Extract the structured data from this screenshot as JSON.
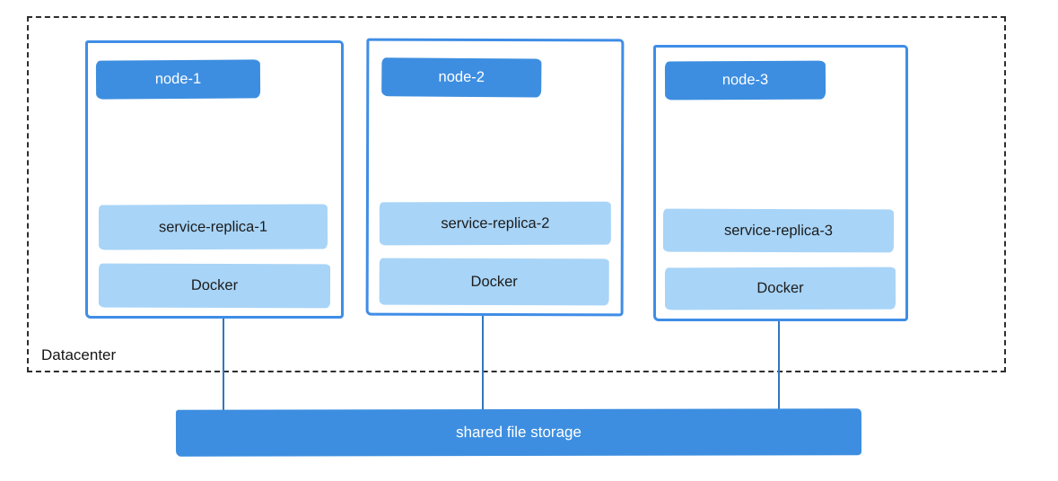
{
  "diagram": {
    "datacenter_label": "Datacenter",
    "nodes": [
      {
        "title": "node-1",
        "replica": "service-replica-1",
        "runtime": "Docker"
      },
      {
        "title": "node-2",
        "replica": "service-replica-2",
        "runtime": "Docker"
      },
      {
        "title": "node-3",
        "replica": "service-replica-3",
        "runtime": "Docker"
      }
    ],
    "storage_label": "shared file storage",
    "colors": {
      "accent_blue": "#3d8ee0",
      "light_blue": "#a8d4f7",
      "node_border": "#3f8de6",
      "connector_line": "#3178be",
      "dashed_border": "#2e2e2e"
    }
  }
}
